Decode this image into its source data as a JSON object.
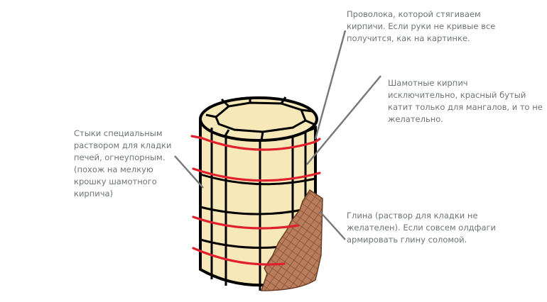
{
  "annotations": {
    "wire": "Проволока, которой стягиваем\nкирпичи. Если руки не кривые все\nполучится, как на картинке.",
    "brick": "Шамотные кирпич\nисключительно, красный бутый\nкатит только для мангалов, и то не\nжелательно.",
    "joints": "Стыки специальным\nраствором для кладки\nпечей, огнеупорным.\n(похож на мелкую\nкрошку шамотного\nкирпича)",
    "clay": "Глина (раствор для кладки не\nжелателен). Если совсем олдфаги\nармировать глину соломой."
  },
  "colors": {
    "brick_fill": "#f7e8b9",
    "outline": "#000000",
    "wire": "#e0202c",
    "clay_fill": "#b97d5c",
    "clay_hatch": "#7a4a31",
    "leader": "#777777",
    "text": "#6f7478"
  }
}
